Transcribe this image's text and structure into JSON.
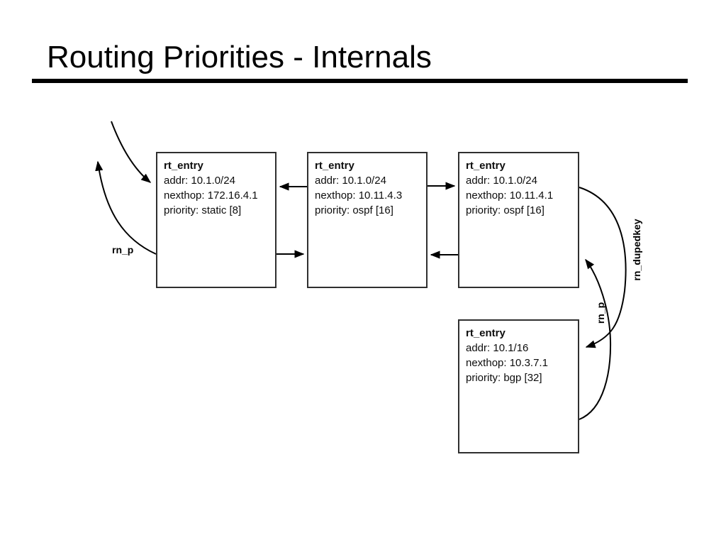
{
  "slide": {
    "title": "Routing Priorities - Internals"
  },
  "diagram": {
    "nodes": [
      {
        "title": "rt_entry",
        "addr": "addr: 10.1.0/24",
        "nexthop": "nexthop: 172.16.4.1",
        "priority": "priority: static [8]"
      },
      {
        "title": "rt_entry",
        "addr": "addr: 10.1.0/24",
        "nexthop": "nexthop: 10.11.4.3",
        "priority": "priority: ospf [16]"
      },
      {
        "title": "rt_entry",
        "addr": "addr: 10.1.0/24",
        "nexthop": "nexthop: 10.11.4.1",
        "priority": "priority: ospf [16]"
      },
      {
        "title": "rt_entry",
        "addr": "addr: 10.1/16",
        "nexthop": "nexthop: 10.3.7.1",
        "priority": "priority: bgp [32]"
      }
    ],
    "labels": {
      "rn_p_left": "rn_p",
      "rn_p_right": "rn_p",
      "rn_dupedkey": "rn_dupedkey"
    },
    "colors": {
      "stroke": "#000000",
      "node_border": "#2f2f2f"
    }
  }
}
